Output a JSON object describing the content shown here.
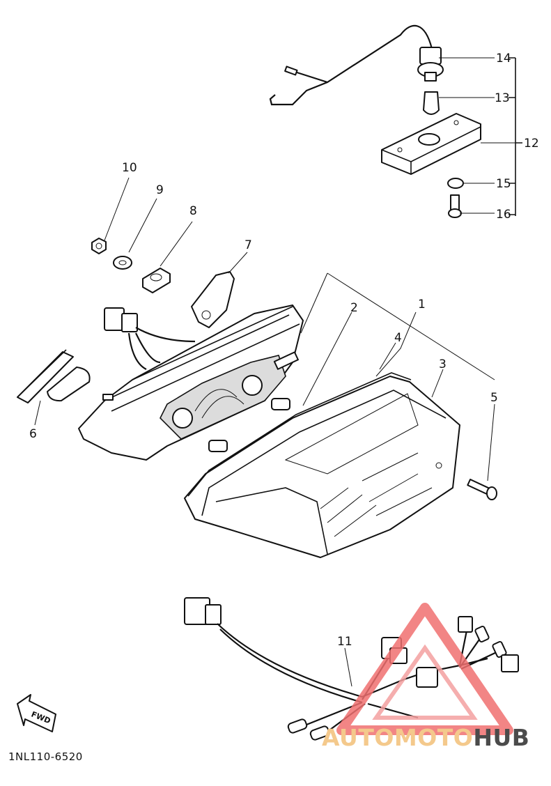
{
  "diagram": {
    "part_code": "1NL110-6520",
    "fwd_label": "FWD",
    "callouts": [
      "1",
      "2",
      "3",
      "4",
      "5",
      "6",
      "7",
      "8",
      "9",
      "10",
      "11",
      "12",
      "13",
      "14",
      "15",
      "16"
    ]
  },
  "watermark": {
    "brand_part1": "AUTOMOTO",
    "brand_part2": "HUB",
    "accent": "#f07070",
    "text_color_light": "#f4c98c",
    "text_color_dark": "#4b4b4b"
  }
}
